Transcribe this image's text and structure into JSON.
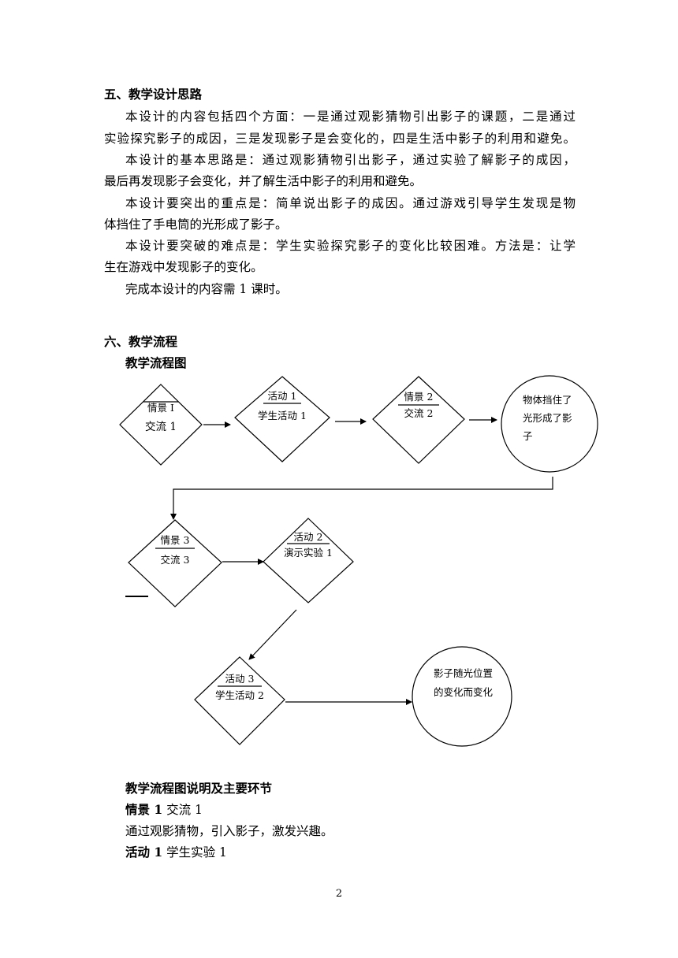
{
  "section5": {
    "heading": "五、教学设计思路",
    "lines": [
      "本设计的内容包括四个方面：一是通过观影猜物引出影子的课题，二是通过",
      "实验探究影子的成因，三是发现影子是会变化的，四是生活中影子的利用和避免。",
      "本设计的基本思路是：通过观影猜物引出影子，通过实验了解影子的成因，",
      "最后再发现影子会变化，并了解生活中影子的利用和避免。",
      "本设计要突出的重点是：简单说出影子的成因。通过游戏引导学生发现是物",
      "体挡住了手电筒的光形成了影子。",
      "本设计要突破的难点是：学生实验探究影子的变化比较困难。方法是：让学",
      "生在游戏中发现影子的变化。",
      "完成本设计的内容需 1 课时。"
    ]
  },
  "section6": {
    "heading": "六、教学流程",
    "flow_title": "教学流程图"
  },
  "flowchart": {
    "nodes": [
      {
        "top": "情景 I",
        "bottom": "交流 1"
      },
      {
        "top": "活动 1",
        "bottom": "学生活动 1"
      },
      {
        "top": "情景 2",
        "bottom": "交流 2"
      },
      {
        "lines": [
          "物体挡住了",
          "光形成了影",
          "子"
        ]
      },
      {
        "top": "情景 3",
        "bottom": "交流 3"
      },
      {
        "top": "活动 2",
        "bottom": "演示实验 1"
      },
      {
        "top": "活动 3",
        "bottom": "学生活动 2"
      },
      {
        "lines": [
          "影子随光位置",
          "的变化而变化"
        ]
      }
    ]
  },
  "explanation": {
    "title": "教学流程图说明及主要环节",
    "item1_bold": "情景 1",
    "item1_rest": "交流 1",
    "item1_desc": "通过观影猜物，引入影子，激发兴趣。",
    "item2_bold": "活动 1",
    "item2_rest": "学生实验 1"
  },
  "page_number": "2"
}
